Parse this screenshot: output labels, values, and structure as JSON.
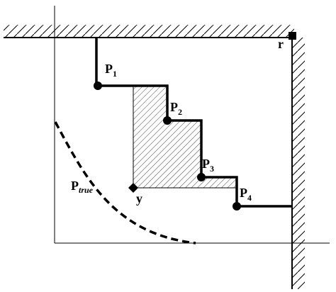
{
  "points": [
    {
      "base": "P",
      "sub": "1"
    },
    {
      "base": "P",
      "sub": "2"
    },
    {
      "base": "P",
      "sub": "3"
    },
    {
      "base": "P",
      "sub": "4"
    }
  ],
  "true_curve": {
    "base": "P",
    "sub": "true"
  },
  "reference_point": "r",
  "query_point": "y"
}
